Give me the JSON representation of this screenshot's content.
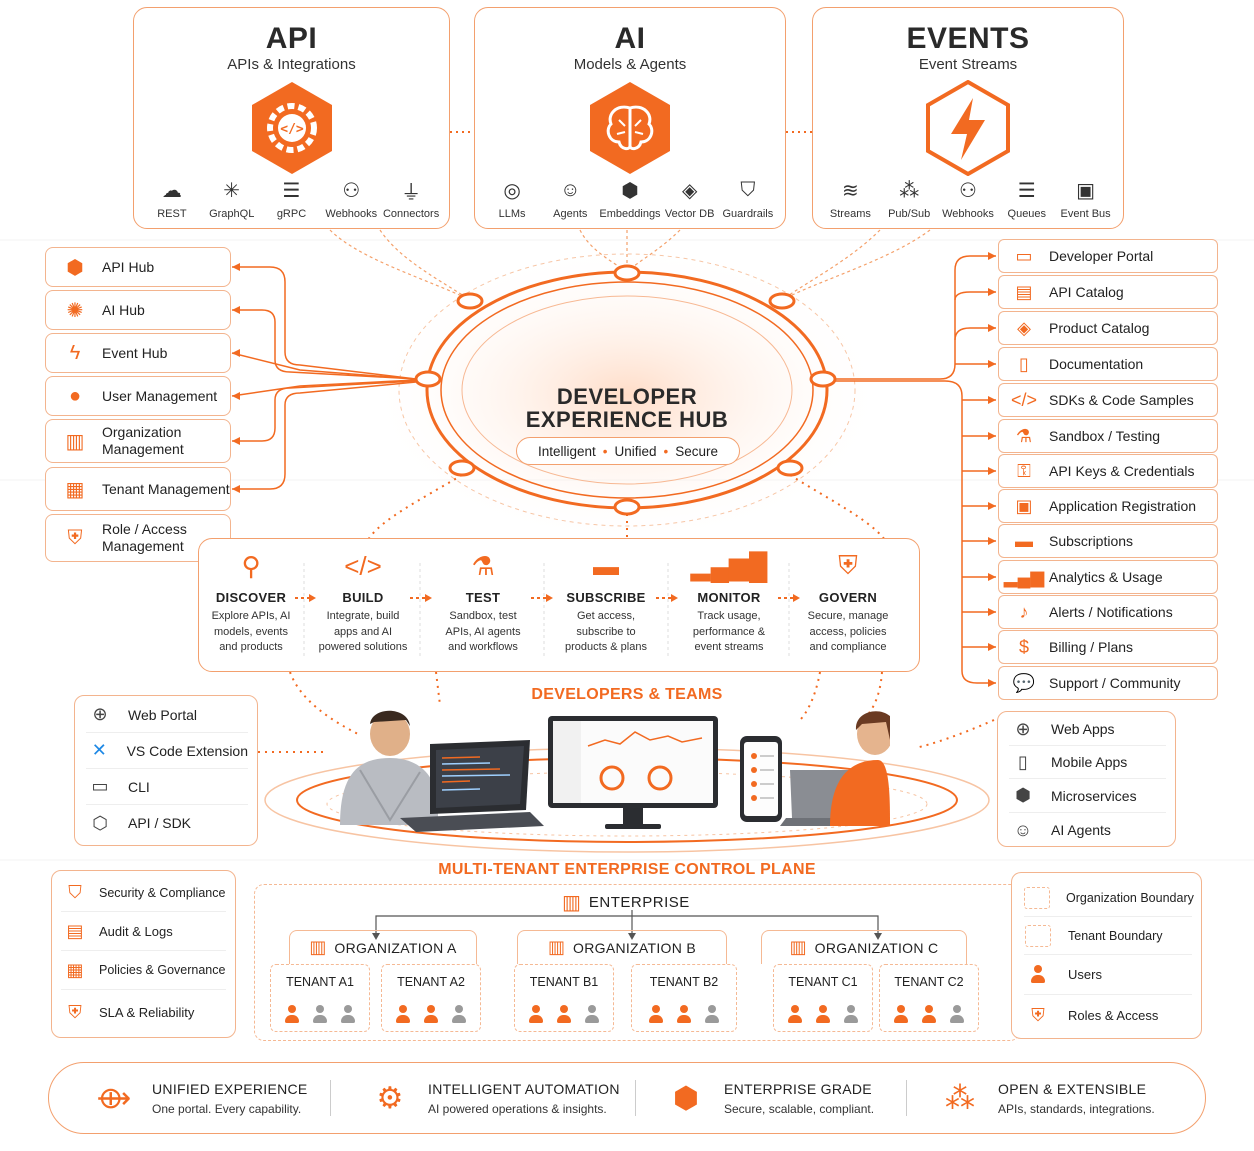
{
  "top": {
    "api": {
      "title": "API",
      "subtitle": "APIs & Integrations",
      "icon": "gear-code-icon",
      "items": [
        {
          "label": "REST",
          "icon": "cloud-upload-icon"
        },
        {
          "label": "GraphQL",
          "icon": "graph-icon"
        },
        {
          "label": "gRPC",
          "icon": "server-stack-icon"
        },
        {
          "label": "Webhooks",
          "icon": "webhook-icon"
        },
        {
          "label": "Connectors",
          "icon": "plug-icon"
        }
      ]
    },
    "ai": {
      "title": "AI",
      "subtitle": "Models & Agents",
      "icon": "brain-icon",
      "items": [
        {
          "label": "LLMs",
          "icon": "llm-icon"
        },
        {
          "label": "Agents",
          "icon": "robot-icon"
        },
        {
          "label": "Embeddings",
          "icon": "cube-icon"
        },
        {
          "label": "Vector DB",
          "icon": "layers-icon"
        },
        {
          "label": "Guardrails",
          "icon": "shield-check-icon"
        }
      ]
    },
    "events": {
      "title": "EVENTS",
      "subtitle": "Event Streams",
      "icon": "lightning-icon",
      "items": [
        {
          "label": "Streams",
          "icon": "waves-icon"
        },
        {
          "label": "Pub/Sub",
          "icon": "pubsub-icon"
        },
        {
          "label": "Webhooks",
          "icon": "webhook-icon"
        },
        {
          "label": "Queues",
          "icon": "database-icon"
        },
        {
          "label": "Event Bus",
          "icon": "bus-icon"
        }
      ]
    }
  },
  "left_hubs": [
    {
      "label": "API Hub",
      "icon": "api-hex-icon"
    },
    {
      "label": "AI Hub",
      "icon": "brain-icon"
    },
    {
      "label": "Event Hub",
      "icon": "lightning-icon"
    },
    {
      "label": "User Management",
      "icon": "user-icon"
    },
    {
      "label": "Organization\nManagement",
      "icon": "building-icon"
    },
    {
      "label": "Tenant Management",
      "icon": "tenant-building-icon"
    },
    {
      "label": "Role / Access\nManagement",
      "icon": "shield-dollar-icon"
    }
  ],
  "center": {
    "title_line1": "DEVELOPER",
    "title_line2": "EXPERIENCE HUB",
    "tag1": "Intelligent",
    "tag2": "Unified",
    "tag3": "Secure"
  },
  "right_features": [
    {
      "label": "Developer Portal",
      "icon": "portal-icon"
    },
    {
      "label": "API Catalog",
      "icon": "book-icon"
    },
    {
      "label": "Product Catalog",
      "icon": "box-icon"
    },
    {
      "label": "Documentation",
      "icon": "document-icon"
    },
    {
      "label": "SDKs & Code Samples",
      "icon": "code-icon"
    },
    {
      "label": "Sandbox / Testing",
      "icon": "flask-icon"
    },
    {
      "label": "API Keys & Credentials",
      "icon": "key-icon"
    },
    {
      "label": "Application Registration",
      "icon": "app-window-icon"
    },
    {
      "label": "Subscriptions",
      "icon": "card-icon"
    },
    {
      "label": "Analytics & Usage",
      "icon": "bar-chart-icon"
    },
    {
      "label": "Alerts / Notifications",
      "icon": "bell-icon"
    },
    {
      "label": "Billing / Plans",
      "icon": "dollar-icon"
    },
    {
      "label": "Support / Community",
      "icon": "chat-icon"
    }
  ],
  "lifecycle": [
    {
      "title": "DISCOVER",
      "desc": "Explore APIs, AI\nmodels, events\nand products",
      "icon": "search-icon"
    },
    {
      "title": "BUILD",
      "desc": "Integrate, build\napps and AI\npowered solutions",
      "icon": "code-icon"
    },
    {
      "title": "TEST",
      "desc": "Sandbox, test\nAPIs, AI agents\nand workflows",
      "icon": "flask-icon"
    },
    {
      "title": "SUBSCRIBE",
      "desc": "Get access,\nsubscribe to\nproducts & plans",
      "icon": "card-icon"
    },
    {
      "title": "MONITOR",
      "desc": "Track usage,\nperformance &\nevent streams",
      "icon": "bar-chart-icon"
    },
    {
      "title": "GOVERN",
      "desc": "Secure, manage\naccess, policies\nand compliance",
      "icon": "shield-dollar-icon"
    }
  ],
  "developers_title": "DEVELOPERS & TEAMS",
  "left_channels": [
    {
      "label": "Web Portal",
      "icon": "globe-icon"
    },
    {
      "label": "VS Code Extension",
      "icon": "vscode-icon"
    },
    {
      "label": "CLI",
      "icon": "terminal-icon"
    },
    {
      "label": "API / SDK",
      "icon": "cube-icon"
    }
  ],
  "right_clients": [
    {
      "label": "Web Apps",
      "icon": "globe-icon"
    },
    {
      "label": "Mobile Apps",
      "icon": "phone-icon"
    },
    {
      "label": "Microservices",
      "icon": "cube-icon"
    },
    {
      "label": "AI Agents",
      "icon": "robot-icon"
    }
  ],
  "control_plane": {
    "title": "MULTI-TENANT ENTERPRISE CONTROL PLANE",
    "enterprise": "ENTERPRISE",
    "orgs": [
      {
        "name": "ORGANIZATION A",
        "tenants": [
          "TENANT A1",
          "TENANT A2"
        ]
      },
      {
        "name": "ORGANIZATION B",
        "tenants": [
          "TENANT B1",
          "TENANT B2"
        ]
      },
      {
        "name": "ORGANIZATION C",
        "tenants": [
          "TENANT C1",
          "TENANT C2"
        ]
      }
    ]
  },
  "security": [
    {
      "label": "Security & Compliance",
      "icon": "shield-check-icon"
    },
    {
      "label": "Audit & Logs",
      "icon": "audit-icon"
    },
    {
      "label": "Policies & Governance",
      "icon": "policy-icon"
    },
    {
      "label": "SLA & Reliability",
      "icon": "sla-icon"
    }
  ],
  "legend": [
    {
      "label": "Organization Boundary",
      "icon": "dashed-box-icon"
    },
    {
      "label": "Tenant Boundary",
      "icon": "dashed-box-icon"
    },
    {
      "label": "Users",
      "icon": "user-icon"
    },
    {
      "label": "Roles & Access",
      "icon": "shield-dollar-icon"
    }
  ],
  "pillars": [
    {
      "title": "UNIFIED EXPERIENCE",
      "desc": "One portal. Every capability.",
      "icon": "unified-icon"
    },
    {
      "title": "INTELLIGENT AUTOMATION",
      "desc": "AI powered operations & insights.",
      "icon": "automation-icon"
    },
    {
      "title": "ENTERPRISE GRADE",
      "desc": "Secure, scalable, compliant.",
      "icon": "enterprise-hex-icon"
    },
    {
      "title": "OPEN & EXTENSIBLE",
      "desc": "APIs, standards, integrations.",
      "icon": "network-icon"
    }
  ],
  "colors": {
    "accent": "#f26a21",
    "border": "#f3a06e",
    "text": "#222222"
  }
}
